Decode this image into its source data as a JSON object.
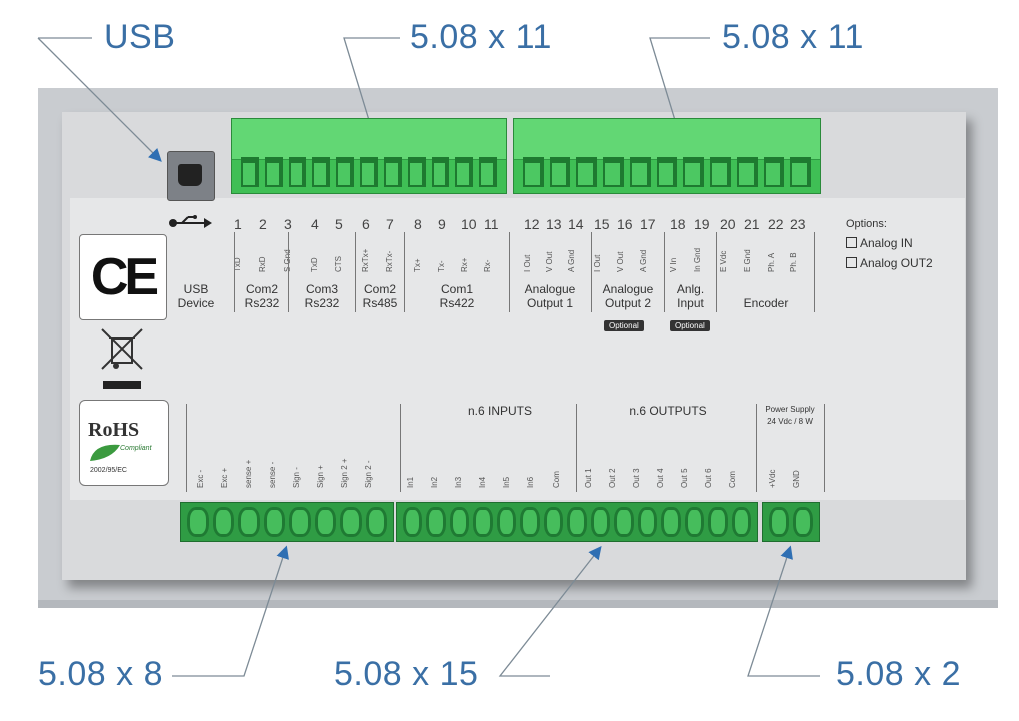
{
  "callouts": {
    "usb": "USB",
    "top_left": "5.08 x 11",
    "top_right": "5.08 x 11",
    "bottom_left": "5.08 x 8",
    "bottom_center": "5.08 x 15",
    "bottom_right": "5.08 x 2"
  },
  "pins": [
    "1",
    "2",
    "3",
    "4",
    "5",
    "6",
    "7",
    "8",
    "9",
    "10",
    "11",
    "12",
    "13",
    "14",
    "15",
    "16",
    "17",
    "18",
    "19",
    "20",
    "21",
    "22",
    "23"
  ],
  "top_signals": [
    "TxD",
    "RxD",
    "S Gnd",
    "TxD",
    "CTS",
    "RxTx+",
    "RxTx-",
    "Tx+",
    "Tx-",
    "Rx+",
    "Rx-",
    "I Out",
    "V Out",
    "A Gnd",
    "I Out",
    "V Out",
    "A Gnd",
    "V In",
    "In Gnd",
    "E Vdc",
    "E Gnd",
    "Ph. A",
    "Ph. B"
  ],
  "top_groups": {
    "usb": "USB\nDevice",
    "com2_232": "Com2\nRs232",
    "com3": "Com3\nRs232",
    "com2_485": "Com2\nRs485",
    "com1": "Com1\nRs422",
    "ao1": "Analogue\nOutput 1",
    "ao2": "Analogue\nOutput 2",
    "ain": "Anlg.\nInput",
    "encoder": "Encoder"
  },
  "optional_label": "Optional",
  "options": {
    "title": "Options:",
    "analog_in": "Analog IN",
    "analog_out2": "Analog OUT2"
  },
  "bottom_groups": {
    "inputs": "n.6 INPUTS",
    "outputs": "n.6 OUTPUTS",
    "power_l1": "Power Supply",
    "power_l2": "24 Vdc / 8 W"
  },
  "bottom_signals": [
    "Exc -",
    "Exc +",
    "sense +",
    "sense -",
    "Sign -",
    "Sign +",
    "Sign 2 +",
    "Sign 2 -",
    "In1",
    "In2",
    "In3",
    "In4",
    "In5",
    "In6",
    "Com",
    "Out 1",
    "Out 2",
    "Out 3",
    "Out 4",
    "Out 5",
    "Out 6",
    "Com",
    "+Vdc",
    "GND"
  ],
  "ce_mark": "CE",
  "rohs": {
    "title": "RoHS",
    "compliant": "Compliant",
    "directive": "2002/95/EC"
  },
  "colors": {
    "callout": "#3a6fa5",
    "terminal": "#4cc862",
    "panel": "#d9dadc"
  }
}
